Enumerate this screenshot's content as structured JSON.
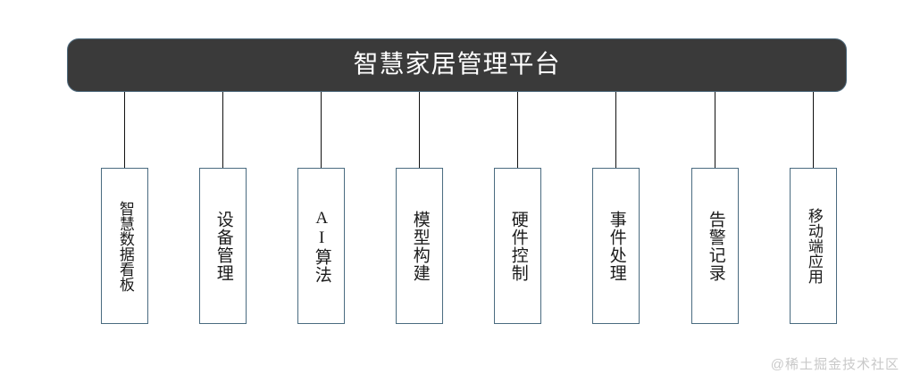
{
  "diagram": {
    "type": "organization-tree",
    "title": "智慧家居管理平台",
    "colors": {
      "banner_fill": "#3a3a3a",
      "banner_border": "#4f6b7e",
      "banner_text": "#ffffff",
      "node_border": "#4a6b80",
      "node_fill": "#ffffff",
      "node_text": "#1b1b1b",
      "connector": "#111111",
      "watermark": "#c9c9c9",
      "background": "#ffffff"
    },
    "root": {
      "label": "智慧家居管理平台"
    },
    "nodes": [
      {
        "label": "智慧数据看板",
        "chars": 6
      },
      {
        "label": "设备管理",
        "chars": 4
      },
      {
        "label": "AI算法",
        "chars": 4
      },
      {
        "label": "模型构建",
        "chars": 4
      },
      {
        "label": "硬件控制",
        "chars": 4
      },
      {
        "label": "事件处理",
        "chars": 4
      },
      {
        "label": "告警记录",
        "chars": 4
      },
      {
        "label": "移动端应用",
        "chars": 5
      }
    ]
  },
  "watermark": {
    "text": "@稀土掘金技术社区"
  }
}
